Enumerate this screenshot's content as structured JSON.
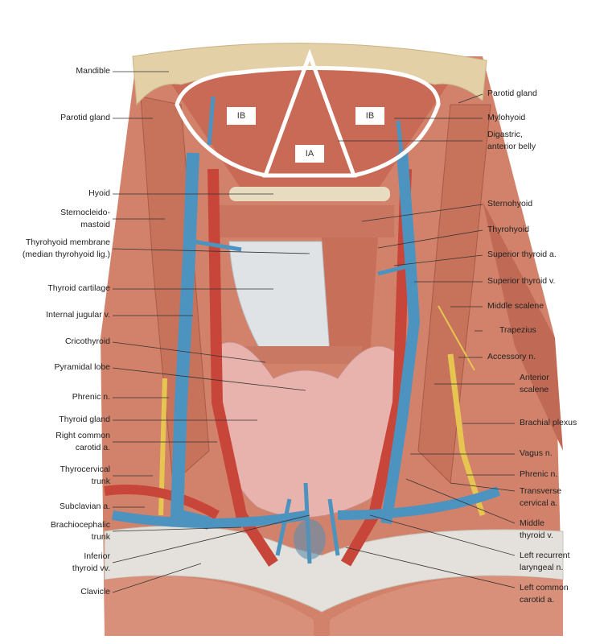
{
  "zones": {
    "left_submandibular": "IB",
    "submental": "IA",
    "right_submandibular": "IB"
  },
  "left_labels": [
    "Mandible",
    "Parotid gland",
    "Hyoid",
    "Sternocleido-\nmastoid",
    "Thyrohyoid membrane\n(median thyrohyoid lig.)",
    "Thyroid cartilage",
    "Internal jugular v.",
    "Cricothyroid",
    "Pyramidal lobe",
    "Phrenic n.",
    "Thyroid gland",
    "Right common\ncarotid a.",
    "Thyrocervical\ntrunk",
    "Subclavian a.",
    "Brachiocephalic\ntrunk",
    "Inferior\nthyroid vv.",
    "Clavicle"
  ],
  "right_labels": [
    "Parotid gland",
    "Mylohyoid",
    "Digastric,\nanterior belly",
    "Sternohyoid",
    "Thyrohyoid",
    "Superior thyroid a.",
    "Superior thyroid v.",
    "Middle scalene",
    "Trapezius",
    "Accessory n.",
    "Anterior\nscalene",
    "Brachial plexus",
    "Vagus n.",
    "Phrenic n.",
    "Transverse\ncervical a.",
    "Middle\nthyroid v.",
    "Left recurrent\nlaryngeal n.",
    "Left common\ncarotid a."
  ],
  "colors": {
    "muscle": "#d2826a",
    "bone": "#e3d0a6",
    "vein": "#4d93bf",
    "artery": "#c8453a",
    "nerve": "#e6c550",
    "thyroid": "#e9b3ad",
    "cartilage": "#dfe3e6"
  }
}
